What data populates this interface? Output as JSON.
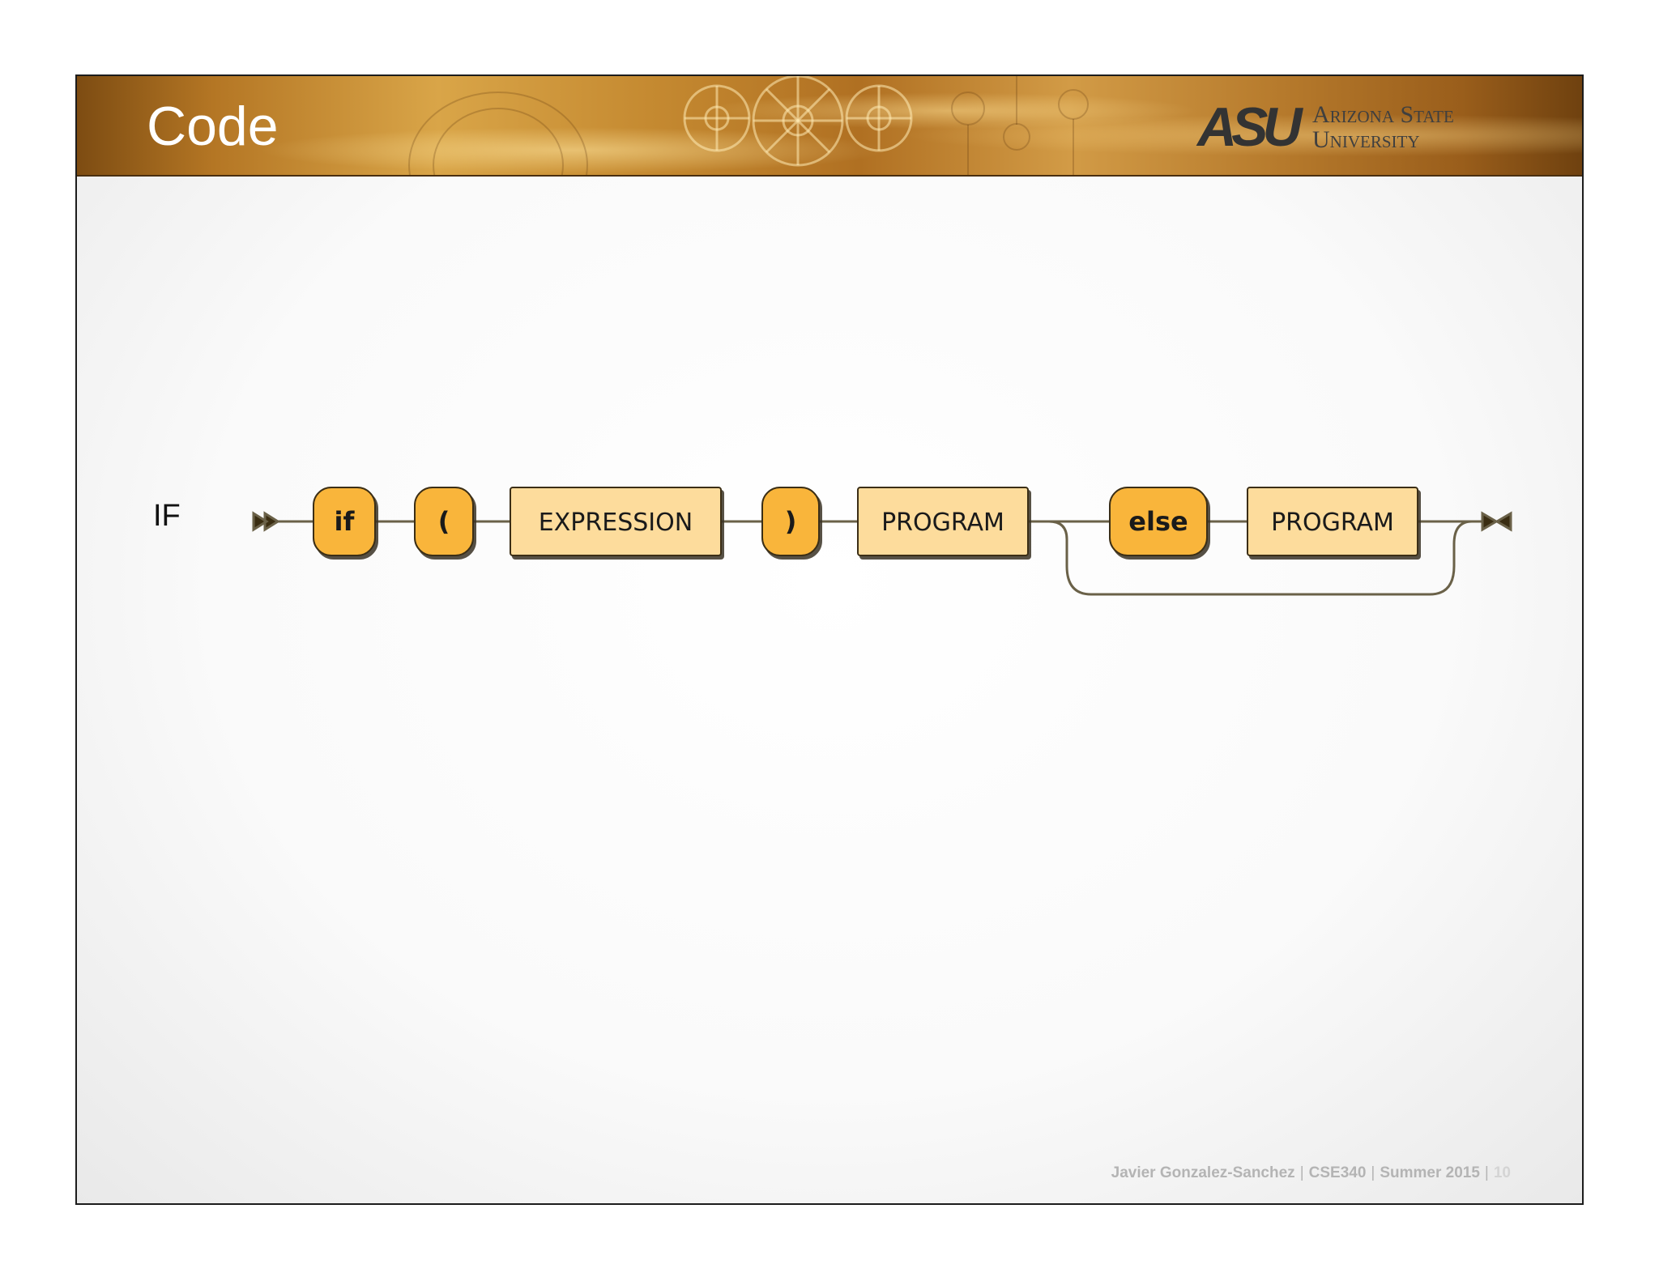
{
  "slide": {
    "title": "Code",
    "logo": {
      "mark": "ASU",
      "line1": "Arizona State",
      "line2": "University"
    },
    "rule_label": "IF"
  },
  "diagram": {
    "nodes": [
      {
        "id": "if",
        "label": "if",
        "kind": "terminal"
      },
      {
        "id": "lparen",
        "label": "(",
        "kind": "terminal"
      },
      {
        "id": "expression",
        "label": "EXPRESSION",
        "kind": "nonterminal"
      },
      {
        "id": "rparen",
        "label": ")",
        "kind": "terminal"
      },
      {
        "id": "program1",
        "label": "PROGRAM",
        "kind": "nonterminal"
      },
      {
        "id": "else",
        "label": "else",
        "kind": "terminal"
      },
      {
        "id": "program2",
        "label": "PROGRAM",
        "kind": "nonterminal"
      }
    ],
    "optional_branch": [
      "else",
      "program2"
    ]
  },
  "footer": {
    "author": "Javier Gonzalez-Sanchez",
    "course": "CSE340",
    "term": "Summer 2015",
    "page": "10"
  },
  "colors": {
    "terminal_fill": "#F9B53A",
    "nonterminal_fill": "#FDDC9C",
    "line": "#6a6148",
    "outline": "#3a2d12"
  }
}
